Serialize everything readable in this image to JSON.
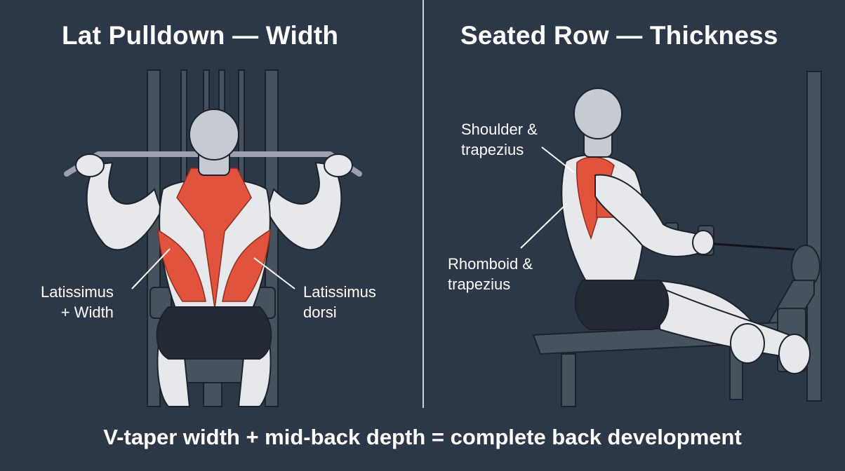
{
  "panels": {
    "left": {
      "title": "Lat Pulldown — Width",
      "labels": {
        "lat_left_line1": "Latissimus",
        "lat_left_line2": "+ Width",
        "lat_right_line1": "Latissimus",
        "lat_right_line2": "dorsi"
      }
    },
    "right": {
      "title": "Seated Row — Thickness",
      "labels": {
        "shoulder_line1": "Shoulder &",
        "shoulder_line2": "trapezius",
        "rhomboid_line1": "Rhomboid &",
        "rhomboid_line2": "trapezius"
      }
    }
  },
  "caption": "V-taper width + mid-back depth = complete back development",
  "colors": {
    "background": "#2c3848",
    "muscle_highlight": "#e2533d",
    "skin": "#e6e8eb",
    "shorts": "#232a34",
    "machine": "#47525f"
  }
}
